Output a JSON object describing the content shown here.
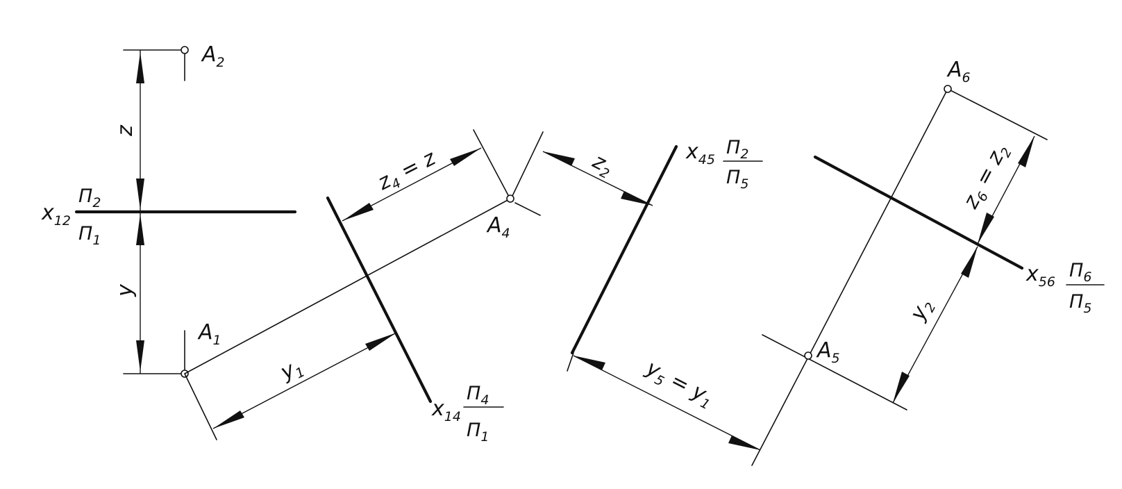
{
  "labels": {
    "A2": {
      "main": "A",
      "sub": "2"
    },
    "A1": {
      "main": "A",
      "sub": "1"
    },
    "A4": {
      "main": "A",
      "sub": "4"
    },
    "A5": {
      "main": "A",
      "sub": "5"
    },
    "A6": {
      "main": "A",
      "sub": "6"
    },
    "z": "z",
    "y": "y",
    "z4": {
      "main": "z",
      "sub": "4",
      "rest": " = z"
    },
    "y1": {
      "main": "y",
      "sub": "1"
    },
    "z2": {
      "main": "z",
      "sub": "2"
    },
    "y5": {
      "main": "y",
      "sub": "5",
      "rest": " = y",
      "sub2": "1"
    },
    "z6": {
      "main": "z",
      "sub": "6",
      "rest": " = z",
      "sub2": "2"
    },
    "y2": {
      "main": "y",
      "sub": "2"
    }
  },
  "axes": {
    "x12": {
      "main": "x",
      "sub": "12",
      "num": "Π",
      "num_sub": "2",
      "den": "Π",
      "den_sub": "1"
    },
    "x14": {
      "main": "x",
      "sub": "14",
      "num": "Π",
      "num_sub": "4",
      "den": "Π",
      "den_sub": "1"
    },
    "x45": {
      "main": "x",
      "sub": "45",
      "num": "Π",
      "num_sub": "2",
      "den": "Π",
      "den_sub": "5"
    },
    "x56": {
      "main": "x",
      "sub": "56",
      "num": "Π",
      "num_sub": "6",
      "den": "Π",
      "den_sub": "5"
    }
  }
}
